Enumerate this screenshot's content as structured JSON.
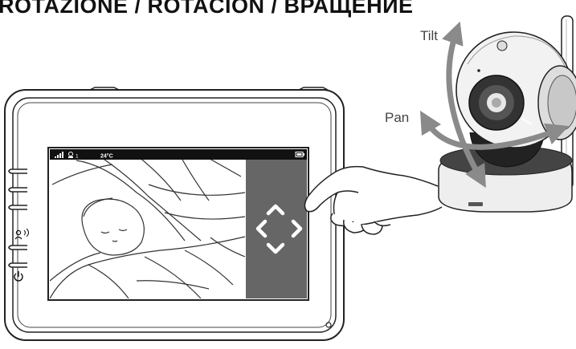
{
  "heading": "ROTAZIONE / ROTACIÓN / ВРАЩЕНИЕ",
  "monitor": {
    "status_bar": {
      "camera_number": "1",
      "temperature": "24°C"
    }
  },
  "camera": {
    "tilt_label": "Tilt",
    "pan_label": "Pan"
  },
  "icons": {
    "signal": "signal-bars-icon",
    "camera": "camera-icon",
    "battery": "battery-icon",
    "talk": "talk-icon",
    "power": "power-icon",
    "dpad": [
      "arrow-up-icon",
      "arrow-left-icon",
      "arrow-right-icon",
      "arrow-down-icon"
    ]
  }
}
